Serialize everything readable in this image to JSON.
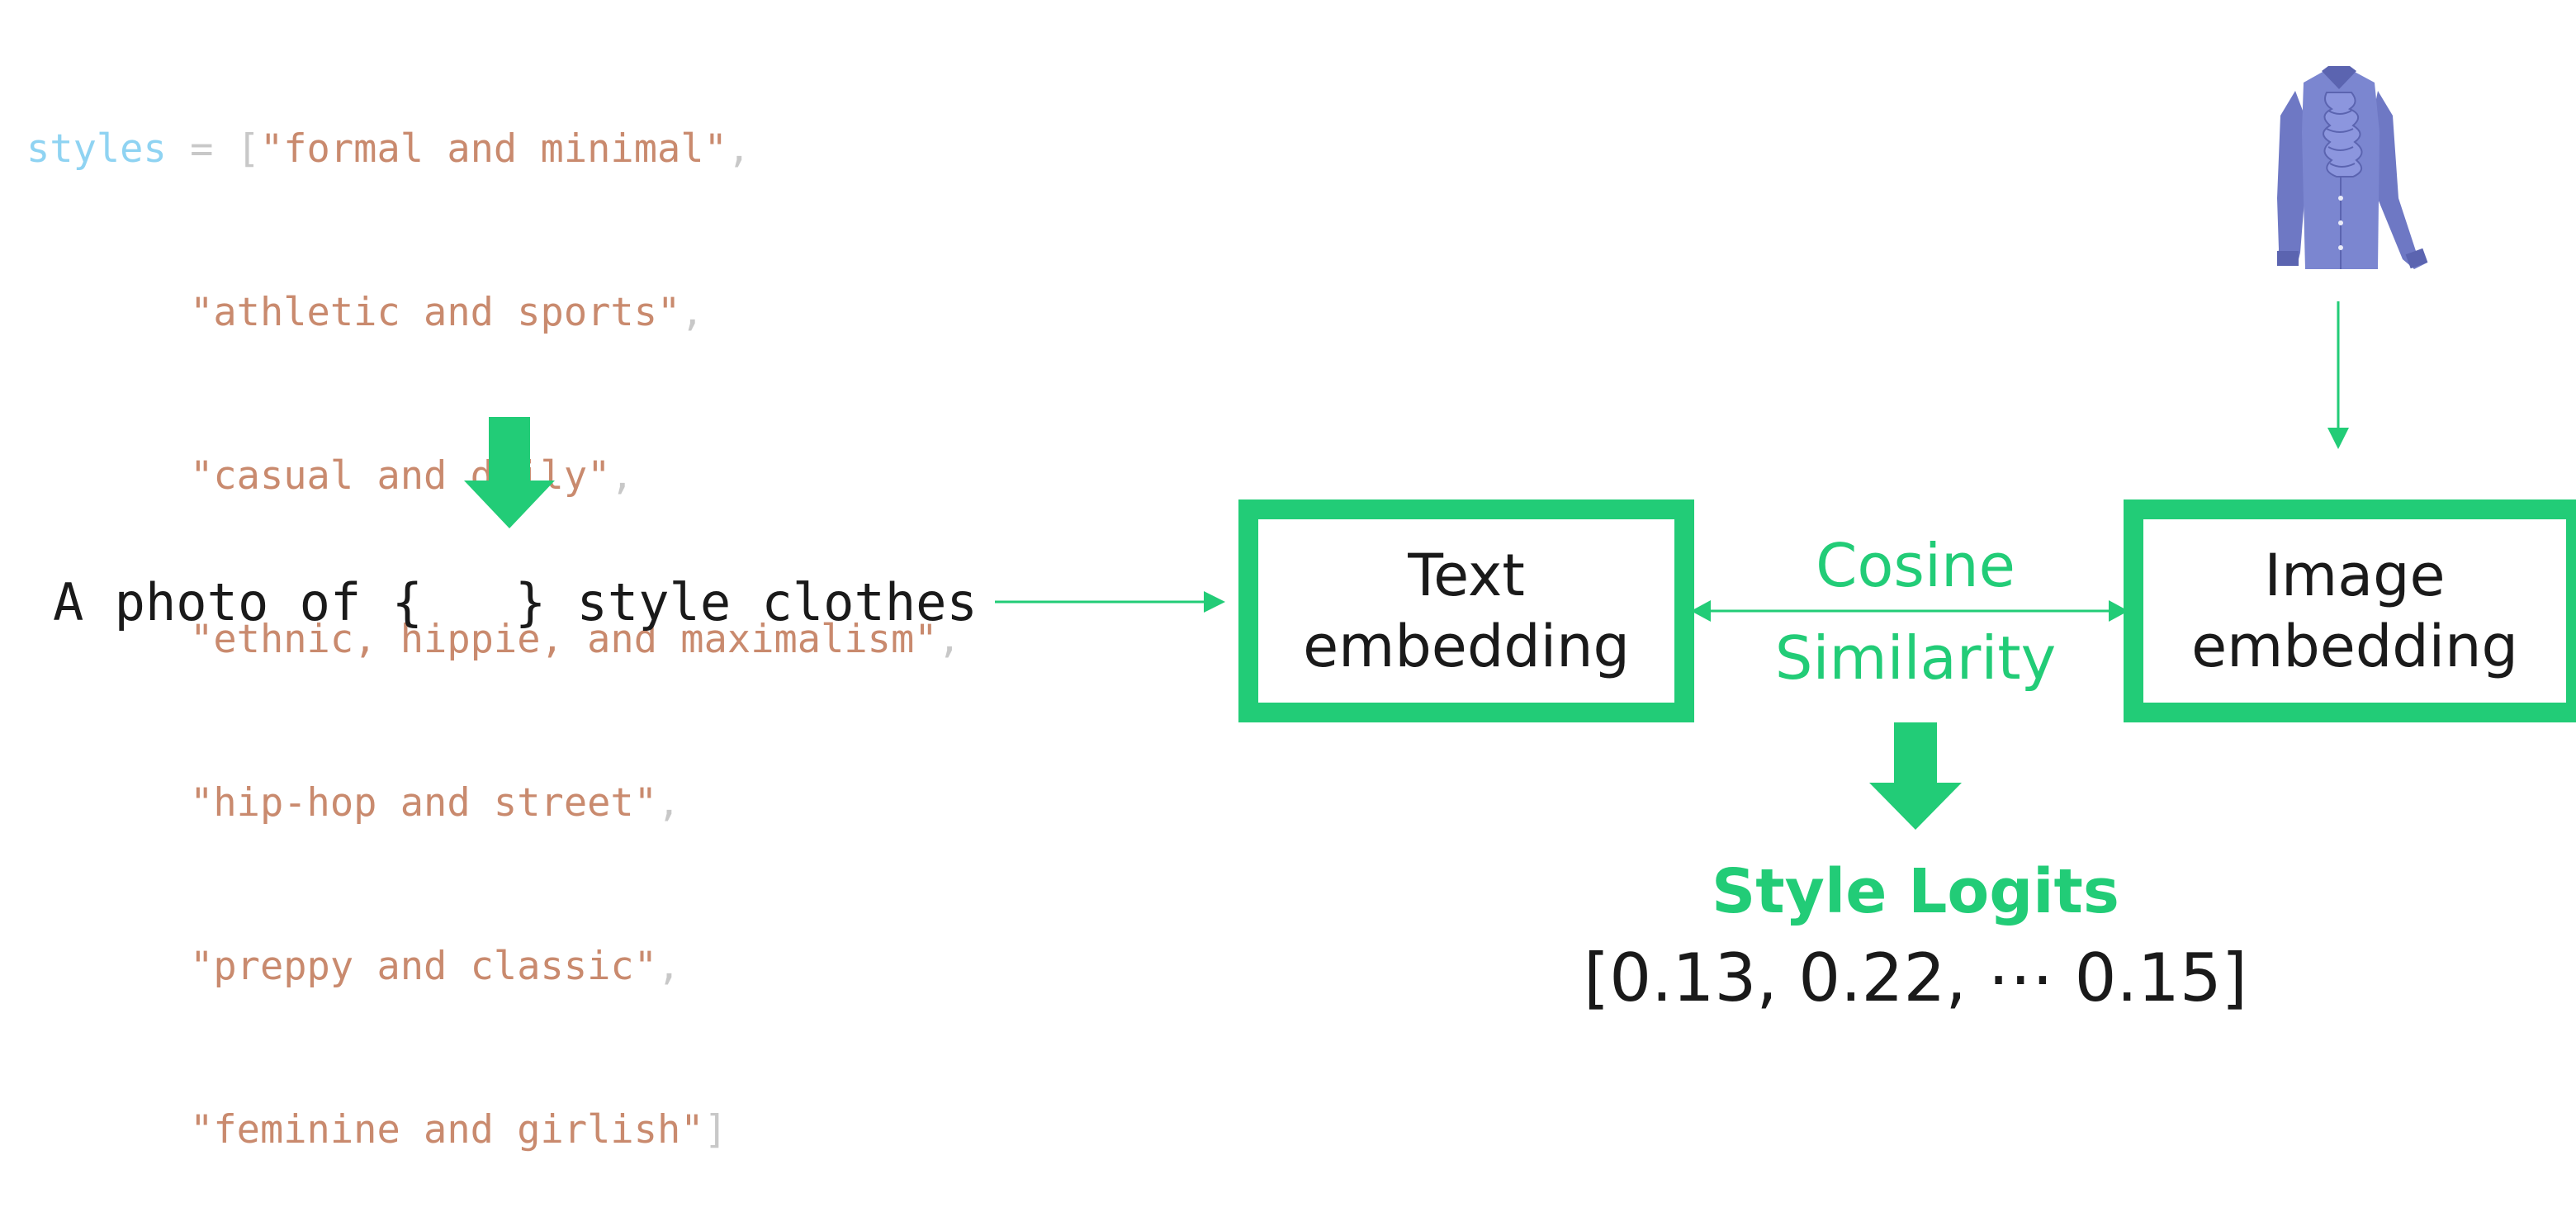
{
  "code": {
    "variable": "styles",
    "assign": " = ",
    "open_bracket": "[",
    "close_bracket": "]",
    "comma": ",",
    "indent": "       ",
    "items": [
      "\"formal and minimal\"",
      "\"athletic and sports\"",
      "\"casual and daily\"",
      "\"ethnic, hippie, and maximalism\"",
      "\"hip-hop and street\"",
      "\"preppy and classic\"",
      "\"feminine and girlish\""
    ]
  },
  "prompt_template": "A photo of {   } style clothes",
  "text_embedding": {
    "line1": "Text",
    "line2": "embedding"
  },
  "image_embedding": {
    "line1": "Image",
    "line2": "embedding"
  },
  "similarity": {
    "line1": "Cosine",
    "line2": "Similarity"
  },
  "output": {
    "title": "Style Logits",
    "values": "[0.13, 0.22, ⋯ 0.15]"
  },
  "colors": {
    "accent": "#22cc77",
    "shirt": "#7b86d0",
    "code_keyword": "#8fd3f2",
    "code_string": "#c98a6e",
    "code_punct": "#c8c8c8"
  },
  "icons": {
    "shirt": "ruffled-shirt-icon"
  }
}
